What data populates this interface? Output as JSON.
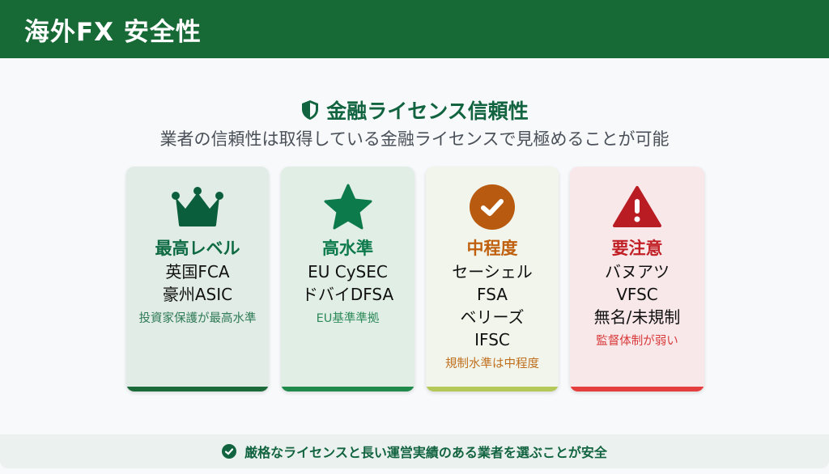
{
  "header": {
    "title": "海外FX 安全性"
  },
  "section": {
    "title": "金融ライセンス信頼性",
    "subtitle": "業者の信頼性は取得している金融ライセンスで見極めることが可能"
  },
  "cards": [
    {
      "level": "最高レベル",
      "licenses": [
        "英国FCA",
        "豪州ASIC"
      ],
      "note": "投資家保護が最高水準",
      "icon": "crown-icon",
      "color": "#0e6a42",
      "bg": "#e1ece6",
      "bar": "#1b6a3a"
    },
    {
      "level": "高水準",
      "licenses": [
        "EU CySEC",
        "ドバイDFSA"
      ],
      "note": "EU基準準拠",
      "icon": "star-icon",
      "color": "#0d7a4b",
      "bg": "#e0eee6",
      "bar": "#1f8a4c"
    },
    {
      "level": "中程度",
      "licenses": [
        "セーシェル",
        "FSA",
        "ベリーズ",
        "IFSC"
      ],
      "note": "規制水準は中程度",
      "icon": "check-circle-icon",
      "color": "#b85a10",
      "bg": "#f1f5ec",
      "bar": "#b5c95a"
    },
    {
      "level": "要注意",
      "licenses": [
        "バヌアツ",
        "VFSC",
        "無名/未規制"
      ],
      "note": "監督体制が弱い",
      "icon": "warning-icon",
      "color": "#c02026",
      "bg": "#f9e8ea",
      "bar": "#e53e3e"
    }
  ],
  "footer": {
    "text": "厳格なライセンスと長い運営実績のある業者を選ぶことが安全"
  }
}
